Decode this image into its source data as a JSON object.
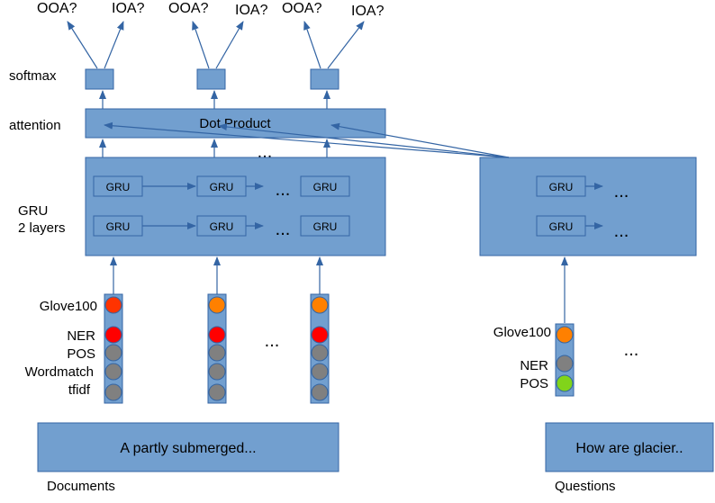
{
  "outputs": {
    "labels": [
      "OOA?",
      "IOA?",
      "OOA?",
      "IOA?",
      "OOA?",
      "IOA?"
    ]
  },
  "layer_labels": {
    "softmax": "softmax",
    "attention": "attention",
    "gru_line1": "GRU",
    "gru_line2": "2 layers"
  },
  "attention": {
    "label": "Dot Product"
  },
  "gru": {
    "cell_label": "GRU"
  },
  "ellipsis": "...",
  "doc_features": {
    "labels": [
      "Glove100",
      "NER",
      "POS",
      "Wordmatch",
      "tfidf"
    ],
    "colors": {
      "glove": "#ff3300",
      "glove_alt": "#ff8000",
      "ner": "#ff0000",
      "neutral": "#808080"
    }
  },
  "question_features": {
    "labels": [
      "Glove100",
      "NER",
      "POS"
    ],
    "colors": {
      "glove": "#ff8000",
      "ner": "#808080",
      "pos": "#81d41a"
    }
  },
  "inputs": {
    "document_text": "A partly submerged...",
    "question_text": "How are glacier..",
    "document_caption": "Documents",
    "question_caption": "Questions"
  },
  "colors": {
    "box_fill": "#729fcf",
    "box_stroke": "#3465a4",
    "line": "#3465a4"
  }
}
